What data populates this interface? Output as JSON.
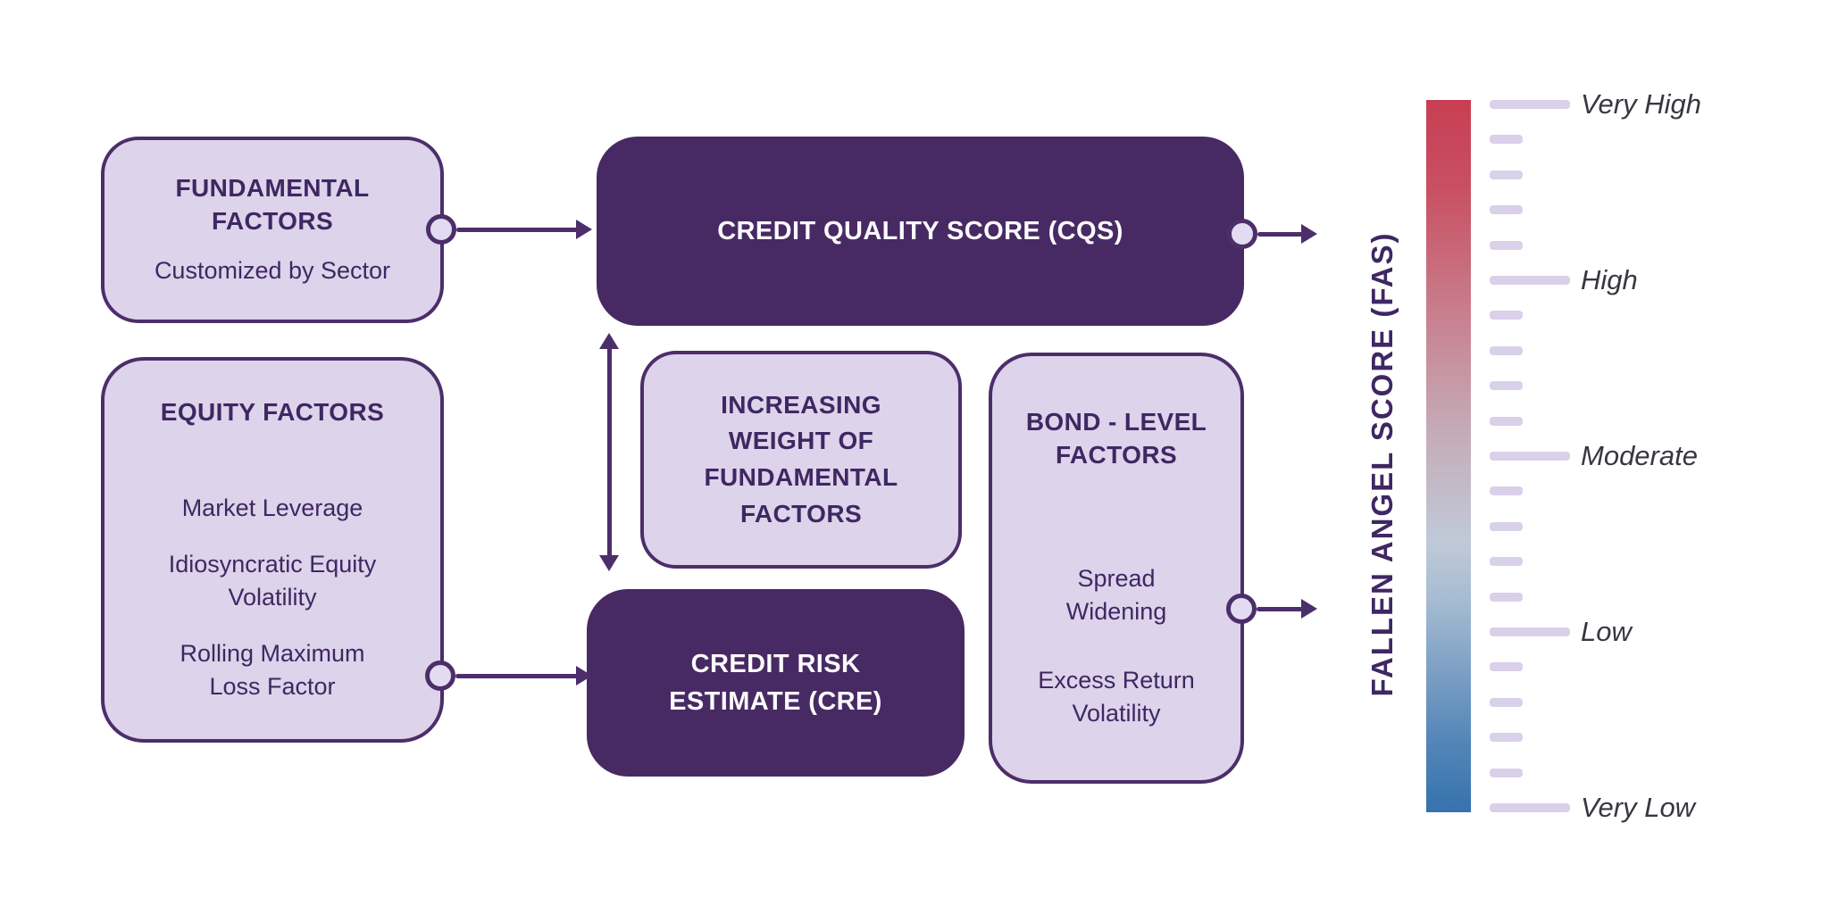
{
  "page": {
    "background": "#ffffff"
  },
  "colors": {
    "dark_purple": "#472a63",
    "outline_purple": "#4b2e6a",
    "light_purple": "#ddd3ea",
    "text_purple": "#3f2763",
    "text_white": "#fbfafd",
    "tick_lavender": "#d9d0ea",
    "scale_text": "#3a363f"
  },
  "boxes": {
    "fundamental": {
      "title": "FUNDAMENTAL\nFACTORS",
      "subtitle": "Customized by Sector"
    },
    "equity": {
      "title": "EQUITY FACTORS",
      "items": [
        "Market Leverage",
        "Idiosyncratic Equity\nVolatility",
        "Rolling Maximum\nLoss Factor"
      ]
    },
    "cqs": {
      "title": "CREDIT QUALITY SCORE (CQS)"
    },
    "increasing_weight": {
      "title": "INCREASING\nWEIGHT OF\nFUNDAMENTAL\nFACTORS"
    },
    "cre": {
      "title": "CREDIT RISK\nESTIMATE (CRE)"
    },
    "bond": {
      "title": "BOND - LEVEL\nFACTORS",
      "items": [
        "Spread\nWidening",
        "Excess Return\nVolatility"
      ]
    }
  },
  "scale": {
    "label": "FALLEN ANGEL SCORE (FAS)",
    "levels": [
      "Very High",
      "High",
      "Moderate",
      "Low",
      "Very Low"
    ],
    "ticks": {
      "total": 21,
      "major_interval": 5
    },
    "gradient_stops": [
      "#c93e53 0%",
      "#c84f61 12%",
      "#c87181 25%",
      "#c795a3 38%",
      "#c5aebb 48%",
      "#c3bcc9 55%",
      "#c0c9d8 62%",
      "#a7bcd2 70%",
      "#7da0c5 80%",
      "#5486b8 90%",
      "#3672ae 100%"
    ]
  }
}
